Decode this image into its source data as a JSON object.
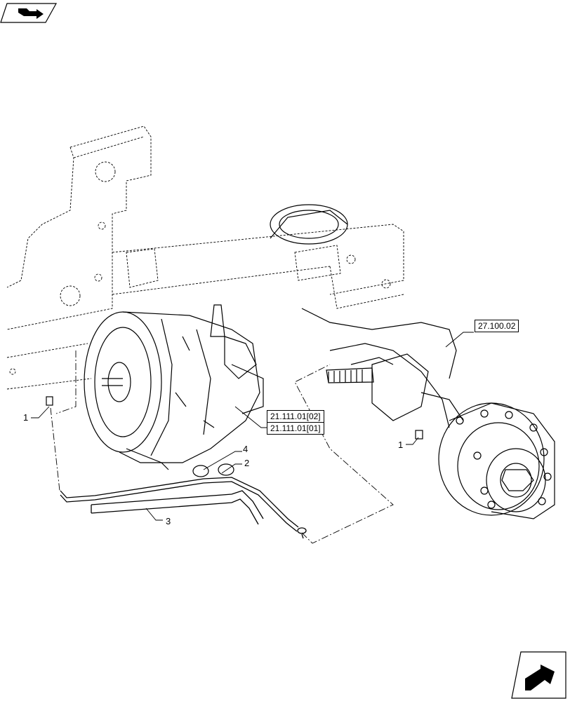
{
  "header": {
    "icon": "book-arrow-icon"
  },
  "footer": {
    "icon": "next-page-arrow-icon"
  },
  "references": {
    "top_right": "27.100.02",
    "mid_a": "21.111.01[02]",
    "mid_b": "21.111.01[01]"
  },
  "callouts": {
    "left_1": "1",
    "right_1": "1",
    "item_2": "2",
    "item_3": "3",
    "item_4": "4"
  }
}
